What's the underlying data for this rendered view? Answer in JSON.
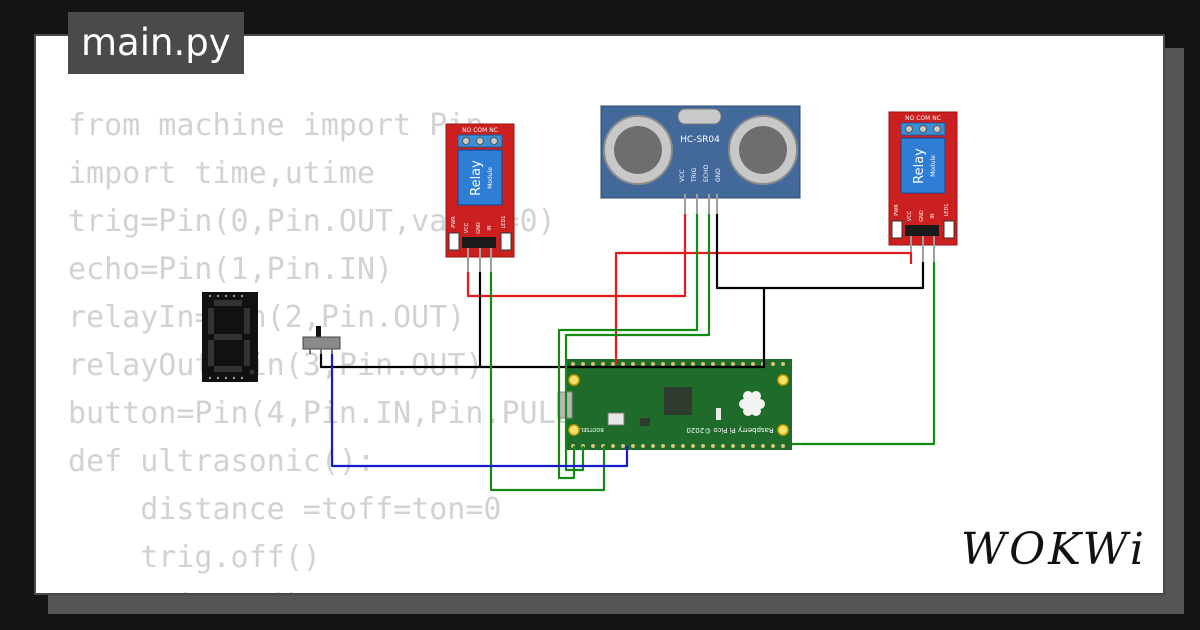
{
  "tab": {
    "filename": "main.py"
  },
  "code_lines": [
    "from machine import Pin",
    "import time,utime",
    "trig=Pin(0,Pin.OUT,value=0)",
    "echo=Pin(1,Pin.IN)",
    "relayIn=Pin(2,Pin.OUT)",
    "relayOut=Pin(3,Pin.OUT)",
    "button=Pin(4,Pin.IN,Pin.PULL_UP)",
    "def ultrasonic():",
    "    distance =toff=ton=0",
    "    trig.off()",
    "    trig.on()"
  ],
  "components": {
    "relay_left": {
      "pins_top": "NO COM NC",
      "title": "Relay",
      "subtitle": "Module",
      "pin_vcc": "VCC",
      "pin_gnd": "GND",
      "pin_in": "IN",
      "pwr": "PWR",
      "led": "LED1"
    },
    "relay_right": {
      "pins_top": "NO COM NC",
      "title": "Relay",
      "subtitle": "Module",
      "pin_vcc": "VCC",
      "pin_gnd": "GND",
      "pin_in": "IN",
      "pwr": "PWR",
      "led": "LED1"
    },
    "ultrasonic": {
      "model": "HC-SR04",
      "pin_vcc": "VCC",
      "pin_trig": "TRIG",
      "pin_echo": "ECHO",
      "pin_gnd": "GND"
    },
    "pico": {
      "label": "Raspberry Pi Pico ©2020",
      "bootsel": "BOOTSEL"
    }
  },
  "wire_colors": {
    "red": "#e3191b",
    "black": "#000000",
    "green": "#138a13",
    "blue": "#1a1acd"
  },
  "brand": {
    "logo_text": "WOKWi"
  }
}
